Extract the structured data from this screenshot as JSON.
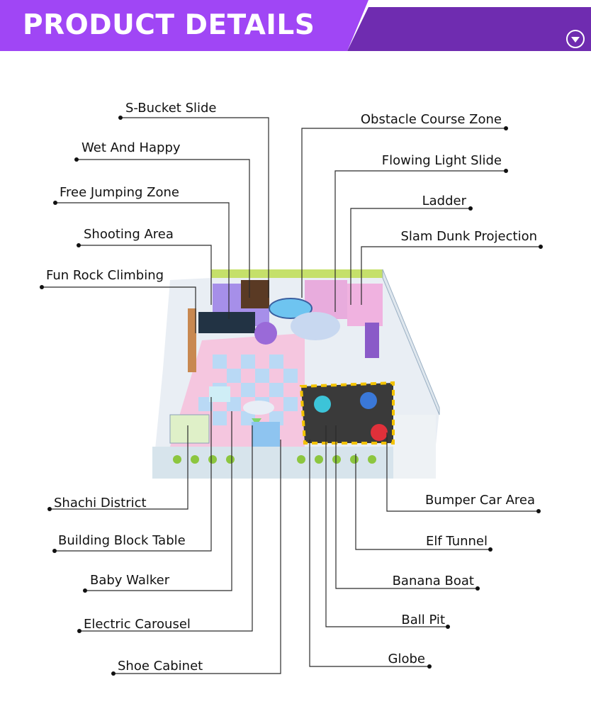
{
  "banner": {
    "title": "PRODUCT DETAILS",
    "icon": "chevron-down-circle-icon",
    "colors": {
      "primary": "#9a3ff0",
      "secondary": "#6f2cb0"
    }
  },
  "labels": {
    "s_bucket_slide": "S-Bucket Slide",
    "wet_and_happy": "Wet And Happy",
    "free_jumping_zone": "Free Jumping Zone",
    "shooting_area": "Shooting Area",
    "fun_rock_climbing": "Fun Rock Climbing",
    "obstacle_course_zone": "Obstacle Course Zone",
    "flowing_light_slide": "Flowing Light Slide",
    "ladder": "Ladder",
    "slam_dunk_projection": "Slam Dunk Projection",
    "shachi_district": "Shachi District",
    "building_block_table": "Building Block Table",
    "baby_walker": "Baby Walker",
    "electric_carousel": "Electric Carousel",
    "shoe_cabinet": "Shoe Cabinet",
    "bumper_car_area": "Bumper Car Area",
    "elf_tunnel": "Elf Tunnel",
    "banana_boat": "Banana Boat",
    "ball_pit": "Ball Pit",
    "globe": "Globe"
  }
}
